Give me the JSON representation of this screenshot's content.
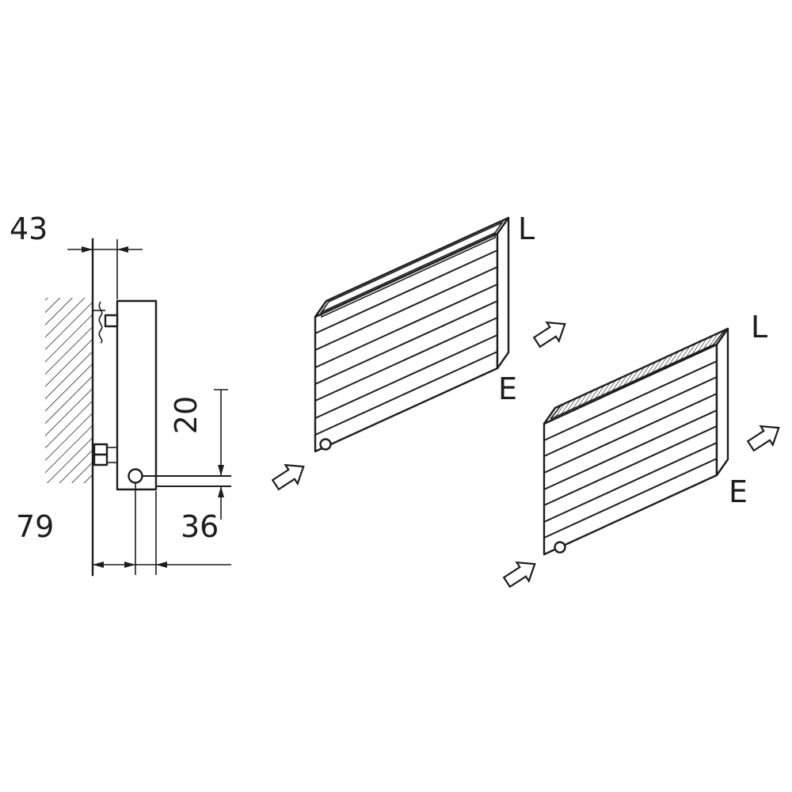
{
  "colors": {
    "line": "#1d1d1d",
    "bg": "#ffffff"
  },
  "side_view": {
    "dim_wall_to_radiator": "43",
    "dim_wall_to_pipe": "79",
    "dim_pipe_to_front": "36",
    "dim_pipe_height": "20"
  },
  "iso_views": {
    "radiator_open_top": {
      "top_label": "L",
      "bottom_label": "E"
    },
    "radiator_grille_top": {
      "top_label": "L",
      "bottom_label": "E"
    }
  }
}
